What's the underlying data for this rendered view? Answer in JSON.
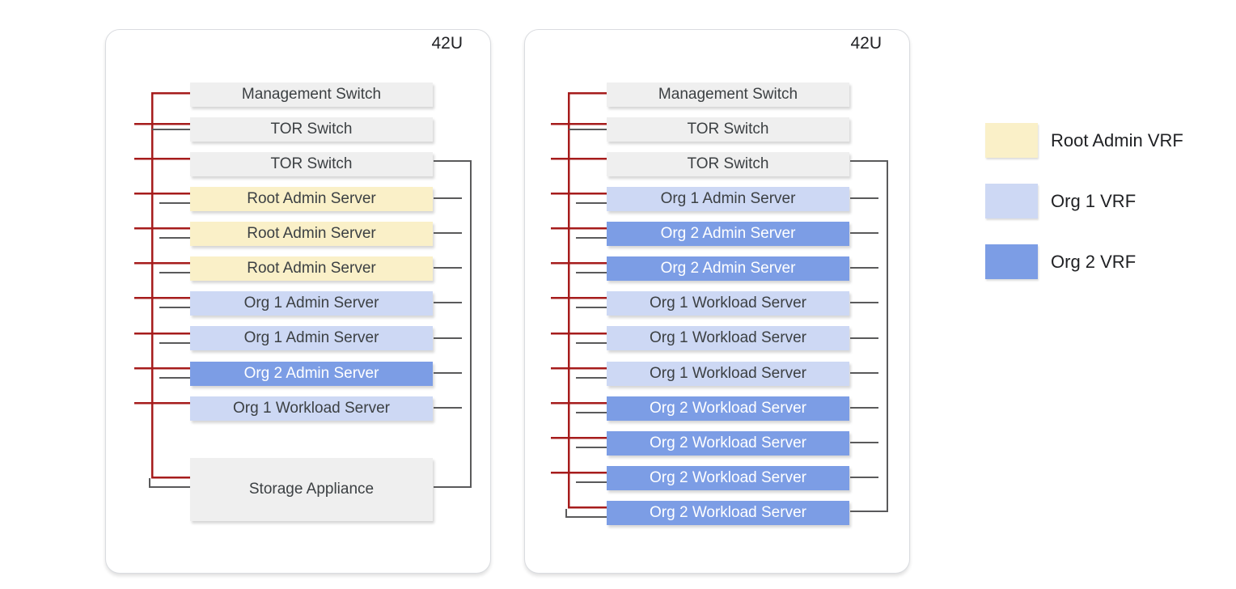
{
  "colors": {
    "root-admin": "#FAF0C8",
    "org1": "#CDD8F4",
    "org2": "#7C9DE5",
    "switch-gray": "#EFEFEF",
    "mgmt-red": "#A61C1C",
    "data-gray": "#5A5A5B",
    "text": "#3C4043",
    "rack-border": "#DADCE0"
  },
  "racks": [
    {
      "capacity_label": "42U",
      "units": [
        {
          "label": "Management Switch",
          "type": "switch"
        },
        {
          "label": "TOR Switch",
          "type": "switch"
        },
        {
          "label": "TOR Switch",
          "type": "switch"
        },
        {
          "label": "Root Admin Server",
          "type": "root-admin"
        },
        {
          "label": "Root Admin Server",
          "type": "root-admin"
        },
        {
          "label": "Root Admin Server",
          "type": "root-admin"
        },
        {
          "label": "Org 1 Admin Server",
          "type": "org1"
        },
        {
          "label": "Org 1 Admin Server",
          "type": "org1"
        },
        {
          "label": "Org 2 Admin Server",
          "type": "org2"
        },
        {
          "label": "Org 1 Workload Server",
          "type": "org1"
        },
        {
          "label": "Storage Appliance",
          "type": "storage"
        }
      ]
    },
    {
      "capacity_label": "42U",
      "units": [
        {
          "label": "Management Switch",
          "type": "switch"
        },
        {
          "label": "TOR Switch",
          "type": "switch"
        },
        {
          "label": "TOR Switch",
          "type": "switch"
        },
        {
          "label": "Org 1 Admin Server",
          "type": "org1"
        },
        {
          "label": "Org 2 Admin Server",
          "type": "org2"
        },
        {
          "label": "Org 2 Admin Server",
          "type": "org2"
        },
        {
          "label": "Org 1 Workload Server",
          "type": "org1"
        },
        {
          "label": "Org 1 Workload Server",
          "type": "org1"
        },
        {
          "label": "Org 1 Workload Server",
          "type": "org1"
        },
        {
          "label": "Org 2 Workload Server",
          "type": "org2"
        },
        {
          "label": "Org 2 Workload Server",
          "type": "org2"
        },
        {
          "label": "Org 2 Workload Server",
          "type": "org2"
        },
        {
          "label": "Org 2 Workload Server",
          "type": "org2"
        }
      ]
    }
  ],
  "legend": {
    "items": [
      {
        "label": "Root Admin VRF",
        "color": "#FAF0C8"
      },
      {
        "label": "Org 1 VRF",
        "color": "#CDD8F4"
      },
      {
        "label": "Org 2 VRF",
        "color": "#7C9DE5"
      }
    ]
  }
}
